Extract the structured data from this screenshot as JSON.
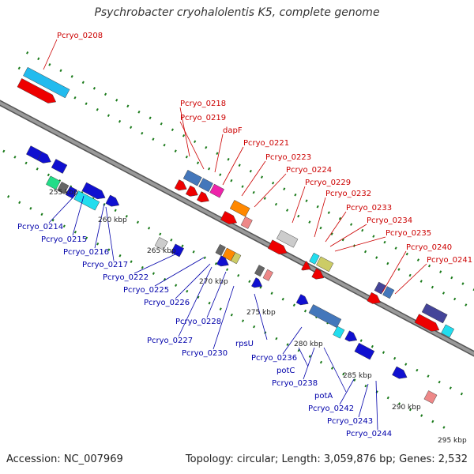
{
  "title": "Psychrobacter cryohalolentis K5, complete genome",
  "footer": {
    "accession": "Accession: NC_007969",
    "summary": "Topology: circular; Length: 3,059,876 bp; Genes: 2,532"
  },
  "colors": {
    "backbone": "#9a9a9a",
    "dots": "#1a7a1a",
    "red_label": "#cc0000",
    "blue_label": "#0000aa",
    "forward_gene": "#e00000",
    "reverse_gene": "#1010d0"
  },
  "scale": {
    "ticks": [
      "255 kbp",
      "260 kbp",
      "265 kbp",
      "270 kbp",
      "275 kbp",
      "280 kbp",
      "285 kbp",
      "290 kbp",
      "295 kbp"
    ]
  },
  "labels": {
    "top": [
      "Pcryo_0208",
      "Pcryo_0218",
      "Pcryo_0219",
      "dapF",
      "Pcryo_0221",
      "Pcryo_0223",
      "Pcryo_0224",
      "Pcryo_0229",
      "Pcryo_0232",
      "Pcryo_0233",
      "Pcryo_0234",
      "Pcryo_0235",
      "Pcryo_0240",
      "Pcryo_0241"
    ],
    "bottom": [
      "Pcryo_0214",
      "Pcryo_0215",
      "Pcryo_0216",
      "Pcryo_0217",
      "Pcryo_0222",
      "Pcryo_0225",
      "Pcryo_0226",
      "Pcryo_0228",
      "Pcryo_0227",
      "Pcryo_0230",
      "rpsU",
      "Pcryo_0236",
      "potC",
      "Pcryo_0238",
      "potA",
      "Pcryo_0242",
      "Pcryo_0243",
      "Pcryo_0244"
    ]
  }
}
